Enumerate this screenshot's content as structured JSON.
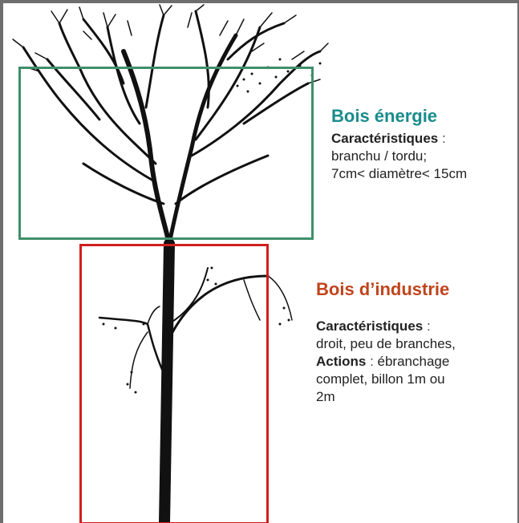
{
  "colors": {
    "energie_box": "#3f8f6a",
    "industrie_box": "#d11e1e",
    "energie_title": "#1a8c8c",
    "industrie_title": "#c0441c"
  },
  "energie": {
    "title": "Bois énergie",
    "char_key": "Caractéristiques",
    "char_sep": " :",
    "line1": "branchu / tordu;",
    "line2": "7cm< diamètre< 15cm"
  },
  "industrie": {
    "title": "Bois d’industrie",
    "char_key": "Caractéristiques",
    "char_sep": " :",
    "char_line": "droit, peu de branches,",
    "actions_key": "Actions",
    "actions_sep": " : ",
    "actions_line1": "ébranchage",
    "actions_line2": "complet, billon 1m ou",
    "actions_line3": "2m"
  }
}
